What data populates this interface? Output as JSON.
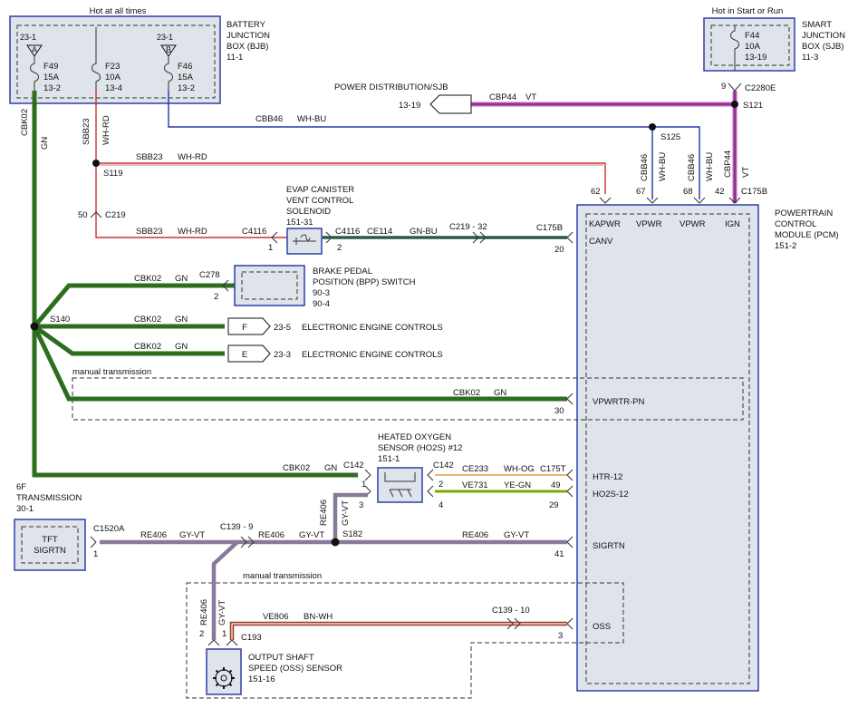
{
  "labels": {
    "hot_at_all_times": "Hot at all times",
    "hot_in_start_run": "Hot in Start or Run",
    "bjb_line1": "BATTERY",
    "bjb_line2": "JUNCTION",
    "bjb_line3": "BOX (BJB)",
    "bjb_ref": "11-1",
    "sjb_line1": "SMART",
    "sjb_line2": "JUNCTION",
    "sjb_line3": "BOX (SJB)",
    "sjb_ref": "11-3",
    "pcm_line1": "POWERTRAIN",
    "pcm_line2": "CONTROL",
    "pcm_line3": "MODULE (PCM)",
    "pcm_ref": "151-2",
    "power_dist": "POWER DISTRIBUTION/SJB",
    "evap_line1": "EVAP CANISTER",
    "evap_line2": "VENT CONTROL",
    "evap_line3": "SOLENOID",
    "evap_ref": "151-31",
    "bpp_line1": "BRAKE PEDAL",
    "bpp_line2": "POSITION (BPP) SWITCH",
    "bpp_ref1": "90-3",
    "bpp_ref2": "90-4",
    "eec1": "ELECTRONIC ENGINE CONTROLS",
    "eec2": "ELECTRONIC ENGINE CONTROLS",
    "manual_trans_1": "manual transmission",
    "manual_trans_2": "manual transmission",
    "ho2s_line1": "HEATED OXYGEN",
    "ho2s_line2": "SENSOR (HO2S) #12",
    "ho2s_ref": "151-1",
    "trans_line1": "6F",
    "trans_line2": "TRANSMISSION",
    "trans_ref": "30-1",
    "tft_line1": "TFT",
    "tft_line2": "SIGRTN",
    "oss_line1": "OUTPUT SHAFT",
    "oss_line2": "SPEED (OSS) SENSOR",
    "oss_ref": "151-16"
  },
  "fuses": {
    "f49": {
      "conn": "23-1",
      "pin": "A",
      "name": "F49",
      "amp": "15A",
      "ref": "13-2"
    },
    "f23": {
      "name": "F23",
      "amp": "10A",
      "ref": "13-4"
    },
    "f46": {
      "conn": "23-1",
      "pin": "B",
      "name": "F46",
      "amp": "15A",
      "ref": "13-2"
    },
    "f44": {
      "name": "F44",
      "amp": "10A",
      "ref": "13-19"
    }
  },
  "wires": {
    "cbk02": "CBK02",
    "gn": "GN",
    "sbb23": "SBB23",
    "wh_rd": "WH-RD",
    "cbb46": "CBB46",
    "wh_bu": "WH-BU",
    "cbp44": "CBP44",
    "vt": "VT",
    "ce114": "CE114",
    "gn_bu": "GN-BU",
    "ce233": "CE233",
    "wh_og": "WH-OG",
    "ve731": "VE731",
    "ye_gn": "YE-GN",
    "re406": "RE406",
    "gy_vt": "GY-VT",
    "ve806": "VE806",
    "bn_wh": "BN-WH"
  },
  "connectors": {
    "c2280e": "C2280E",
    "c2280e_pin": "9",
    "s121": "S121",
    "s125": "S125",
    "s119": "S119",
    "s140": "S140",
    "s182": "S182",
    "c219": "C219",
    "c219_pin": "50",
    "c219_32": "C219 - 32",
    "c4116": "C4116",
    "c4116_pin1": "1",
    "c4116_pin2": "2",
    "c175b": "C175B",
    "c175b_canv": "C175B",
    "canv_pin": "20",
    "c278": "C278",
    "c278_pin": "2",
    "f_tag": "F",
    "f_ref": "23-5",
    "e_tag": "E",
    "e_ref": "23-3",
    "pin_30": "30",
    "c142a": "C142",
    "c142b": "C142",
    "c142_pin1": "1",
    "c142_pin2": "2",
    "c142_pin3": "3",
    "c142_pin4": "4",
    "c175t": "C175T",
    "pin_49": "49",
    "pin_29": "29",
    "c1520a": "C1520A",
    "c1520a_pin": "1",
    "c139_9": "C139 - 9",
    "pin_41": "41",
    "c139_10": "C139 - 10",
    "pin_3": "3",
    "c193": "C193",
    "c193_pin2": "2",
    "c193_pin1": "1",
    "ps_ref": "13-19",
    "pin_62": "62",
    "pin_67": "67",
    "pin_68": "68",
    "pin_42": "42"
  },
  "pcm_pins": {
    "kapwr": "KAPWR",
    "vpwr1": "VPWR",
    "vpwr2": "VPWR",
    "ign": "IGN",
    "canv": "CANV",
    "vpwrtr": "VPWRTR-PN",
    "htr": "HTR-12",
    "ho2s": "HO2S-12",
    "sigrtn": "SIGRTN",
    "oss": "OSS"
  }
}
